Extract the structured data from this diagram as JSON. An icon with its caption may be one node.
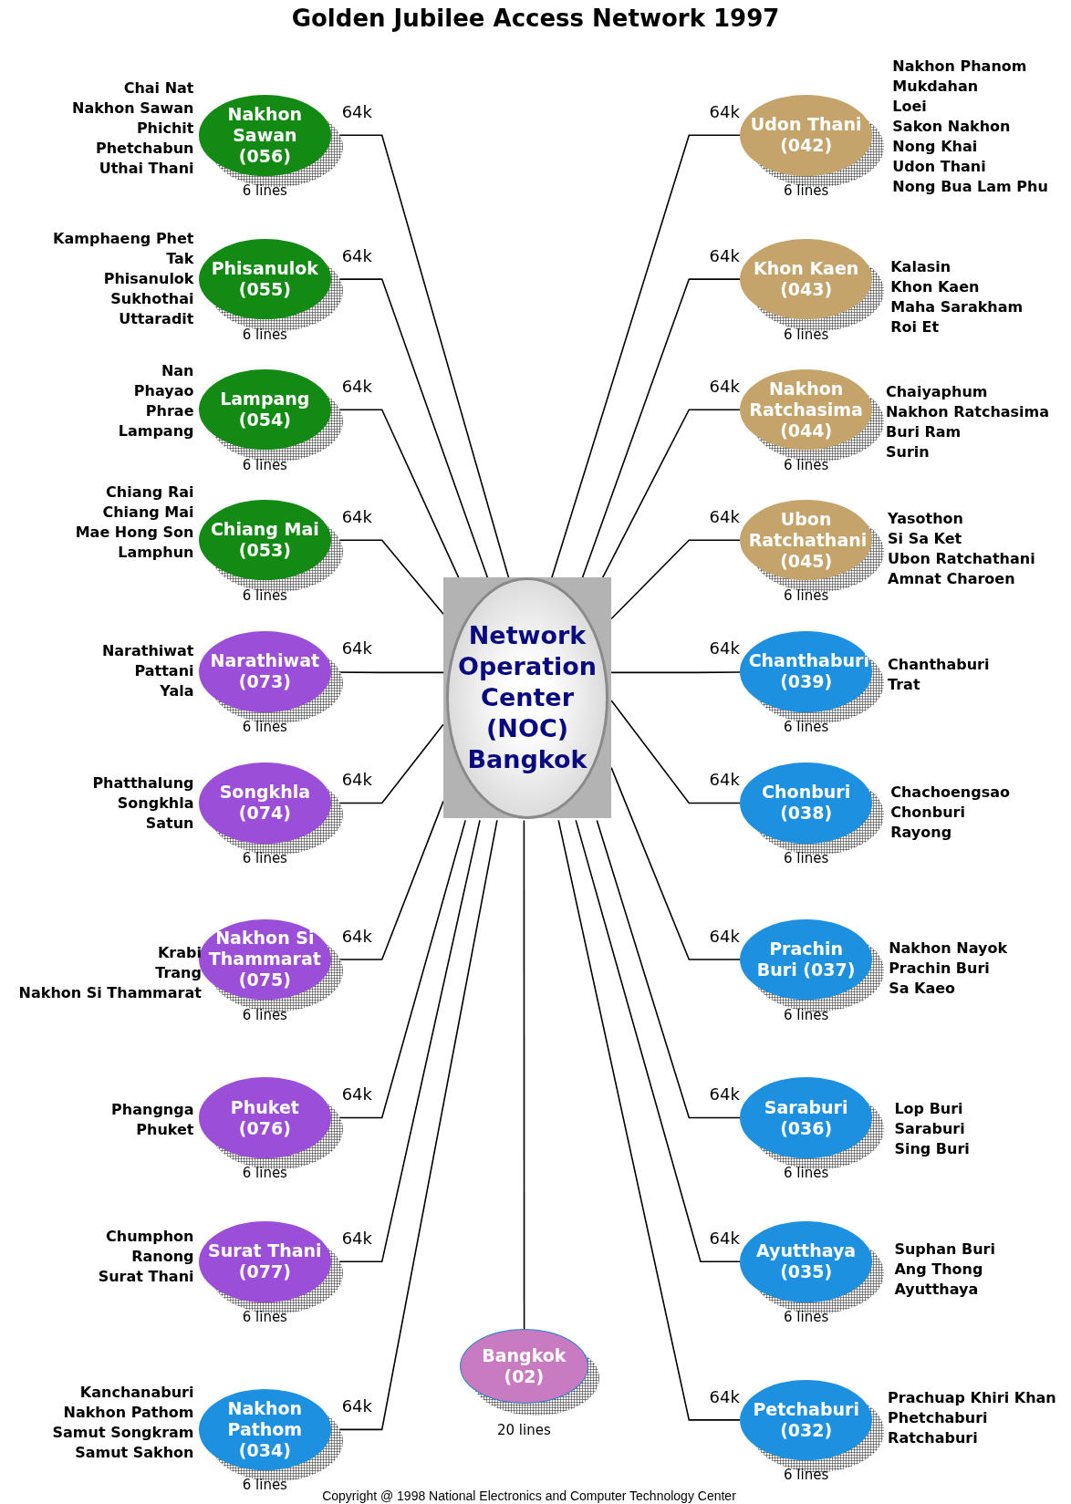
{
  "diagram": {
    "title": "Golden Jubilee Access Network 1997",
    "caption": "Copyright @ 1998 National Electronics and Computer Technology Center",
    "nodes": [
      {
        "text": [
          "Network Operation Center (NOC) Bangkok"
        ]
      },
      {
        "text": [
          "Nakhon Sawan (056)"
        ],
        "beside": [
          "Chai Nat",
          "Nakhon Sawan",
          "Phichit",
          "Phetchabun",
          "Uthai Thani",
          "6 lines"
        ]
      },
      {
        "text": [
          "Phisanulok (055)"
        ],
        "beside": [
          "Kamphaeng Phet",
          "Tak",
          "Phisanulok",
          "Sukhothai",
          "Uttaradit",
          "6 lines"
        ]
      },
      {
        "text": [
          "Lampang (054)"
        ],
        "beside": [
          "Nan",
          "Phayao",
          "Phrae",
          "Lampang",
          "6 lines"
        ]
      },
      {
        "text": [
          "Chiang Mai (053)"
        ],
        "beside": [
          "Chiang Rai",
          "Chiang Mai",
          "Mae Hong Son",
          "Lamphun",
          "6 lines"
        ]
      },
      {
        "text": [
          "Narathiwat (073)"
        ],
        "beside": [
          "Narathiwat",
          "Pattani",
          "Yala",
          "6 lines"
        ]
      },
      {
        "text": [
          "Songkhla (074)"
        ],
        "beside": [
          "Phatthalung",
          "Songkhla",
          "Satun",
          "6 lines"
        ]
      },
      {
        "text": [
          "Nakhon Si Thammarat (075)"
        ],
        "beside": [
          "Krabi",
          "Trang",
          "Nakhon Si Thammarat",
          "6 lines"
        ]
      },
      {
        "text": [
          "Phuket (076)"
        ],
        "beside": [
          "Phangnga",
          "Phuket",
          "6 lines"
        ]
      },
      {
        "text": [
          "Surat Thani (077)"
        ],
        "beside": [
          "Chumphon",
          "Ranong",
          "Surat Thani",
          "6 lines"
        ]
      },
      {
        "text": [
          "Nakhon Pathom (034)"
        ],
        "beside": [
          "Kanchanaburi",
          "Nakhon Pathom",
          "Samut Songkram",
          "Samut Sakhon",
          "6 lines"
        ]
      },
      {
        "text": [
          "Udon Thani (042)"
        ],
        "beside": [
          "Nakhon Phanom",
          "Mukdahan",
          "Loei",
          "Sakon Nakhon",
          "Nong Khai",
          "Udon Thani",
          "Nong Bua Lam Phu",
          "6 lines"
        ]
      },
      {
        "text": [
          "Khon Kaen (043)"
        ],
        "beside": [
          "Kalasin",
          "Khon Kaen",
          "Maha Sarakham",
          "Roi Et",
          "6 lines"
        ]
      },
      {
        "text": [
          "Nakhon Ratchasima (044)"
        ],
        "beside": [
          "Chaiyaphum",
          "Nakhon Ratchasima",
          "Buri Ram",
          "Surin",
          "6 lines"
        ]
      },
      {
        "text": [
          "Ubon Ratchathani (045)"
        ],
        "beside": [
          "Yasothon",
          "Si Sa Ket",
          "Ubon Ratchathani",
          "Amnat Charoen",
          "6 lines"
        ]
      },
      {
        "text": [
          "Chanthaburi (039)"
        ],
        "beside": [
          "Chanthaburi",
          "Trat",
          "6 lines"
        ]
      },
      {
        "text": [
          "Chonburi (038)"
        ],
        "beside": [
          "Chachoengsao",
          "Chonburi",
          "Rayong",
          "6 lines"
        ]
      },
      {
        "text": [
          "Prachin Buri (037)"
        ],
        "beside": [
          "Nakhon Nayok",
          "Prachin Buri",
          "Sa Kaeo",
          "6 lines"
        ]
      },
      {
        "text": [
          "Saraburi (036)"
        ],
        "beside": [
          "Lop Buri",
          "Saraburi",
          "Sing Buri",
          "6 lines"
        ]
      },
      {
        "text": [
          "Ayutthaya (035)"
        ],
        "beside": [
          "Suphan Buri",
          "Ang Thong",
          "Ayutthaya",
          "6 lines"
        ]
      },
      {
        "text": [
          "Petchaburi (032)"
        ],
        "beside": [
          "Prachuap Khiri Khan",
          "Phetchaburi",
          "Ratchaburi",
          "6 lines"
        ]
      },
      {
        "text": [
          "Bangkok (02)"
        ],
        "beside": [
          "20 lines"
        ]
      }
    ],
    "edges": [
      {
        "from": 0,
        "to": 1,
        "arrow": "none",
        "label": "64k"
      },
      {
        "from": 0,
        "to": 2,
        "arrow": "none",
        "label": "64k"
      },
      {
        "from": 0,
        "to": 3,
        "arrow": "none",
        "label": "64k"
      },
      {
        "from": 0,
        "to": 4,
        "arrow": "none",
        "label": "64k"
      },
      {
        "from": 0,
        "to": 5,
        "arrow": "none",
        "label": "64k"
      },
      {
        "from": 0,
        "to": 6,
        "arrow": "none",
        "label": "64k"
      },
      {
        "from": 0,
        "to": 7,
        "arrow": "none",
        "label": "64k"
      },
      {
        "from": 0,
        "to": 8,
        "arrow": "none",
        "label": "64k"
      },
      {
        "from": 0,
        "to": 9,
        "arrow": "none",
        "label": "64k"
      },
      {
        "from": 0,
        "to": 10,
        "arrow": "none",
        "label": "64k"
      },
      {
        "from": 0,
        "to": 11,
        "arrow": "none",
        "label": "64k"
      },
      {
        "from": 0,
        "to": 12,
        "arrow": "none",
        "label": "64k"
      },
      {
        "from": 0,
        "to": 13,
        "arrow": "none",
        "label": "64k"
      },
      {
        "from": 0,
        "to": 14,
        "arrow": "none",
        "label": "64k"
      },
      {
        "from": 0,
        "to": 15,
        "arrow": "none",
        "label": "64k"
      },
      {
        "from": 0,
        "to": 16,
        "arrow": "none",
        "label": "64k"
      },
      {
        "from": 0,
        "to": 17,
        "arrow": "none",
        "label": "64k"
      },
      {
        "from": 0,
        "to": 18,
        "arrow": "none",
        "label": "64k"
      },
      {
        "from": 0,
        "to": 19,
        "arrow": "none",
        "label": "64k"
      },
      {
        "from": 0,
        "to": 20,
        "arrow": "none",
        "label": "64k"
      },
      {
        "from": 0,
        "to": 21,
        "arrow": "none"
      }
    ]
  }
}
